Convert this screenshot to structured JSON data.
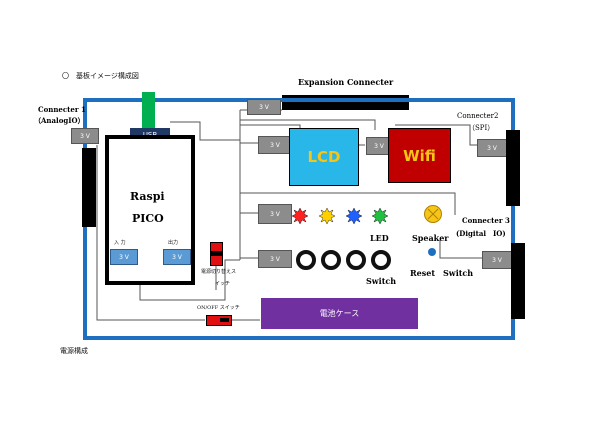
{
  "caption": "〇　基板イメージ構成図",
  "expansion_title": "Expansion Connecter",
  "connector1": {
    "title": "Connecter 1",
    "sub": "（AnalogIO）"
  },
  "connector2": {
    "title": "Connecter2",
    "sub": "（SPI）"
  },
  "connector3": {
    "title": "Connecter 3",
    "sub": "(Digital　IO)"
  },
  "voltage": "3 V",
  "usb": "USB",
  "pico": {
    "line1": "Raspi",
    "line2": "PICO",
    "in_label": "入 力",
    "out_label": "出力"
  },
  "lcd": "LCD",
  "wifi": "Wifi",
  "led_label": "LED",
  "speaker_label": "Speaker",
  "switch_label": "Switch",
  "reset_label": "Reset　Switch",
  "power_switch_label": "電源切り替えス",
  "power_switch_label2": "イッチ",
  "onoff_label": "ON/OFF スイッチ",
  "battery": "電池ケース",
  "footer": "電源構成",
  "colors": {
    "board_border": "#1f6fc0",
    "lcd": "#29b6e8",
    "lcd_text": "#f5c518",
    "wifi": "#c00000",
    "wifi_text": "#f5c518",
    "battery": "#7030a0",
    "usb_plug": "#00b050",
    "speaker": "#f5c518",
    "reset": "#1f6fc0",
    "switch_red": "#e01010",
    "led_colors": [
      "#ff2020",
      "#ffd000",
      "#2060ff",
      "#20c040"
    ]
  }
}
